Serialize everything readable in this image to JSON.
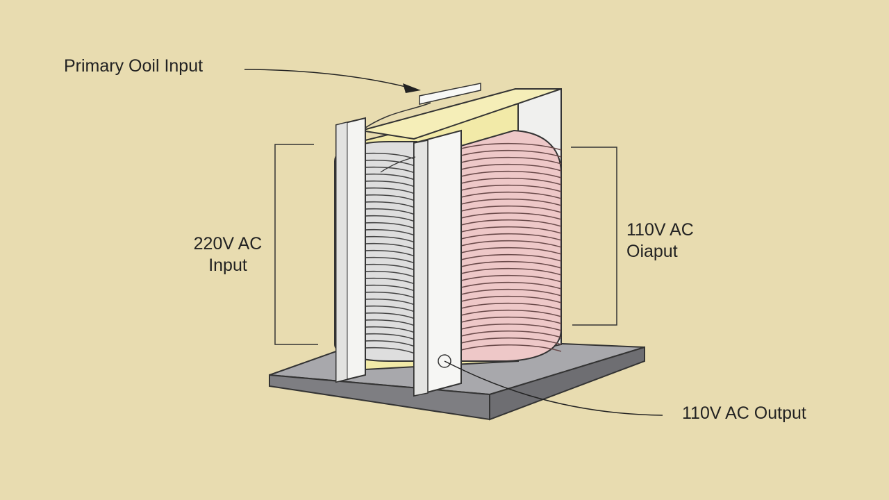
{
  "labels": {
    "primary_coil": "Primary Ooil Input",
    "input_line1": "220V AC",
    "input_line2": "Input",
    "output_line1": "110V AC",
    "output_line2": "Oiaput",
    "bottom_output": "110V AC Output"
  },
  "colors": {
    "background": "#e8dcb0",
    "base_plate": "#8e8e92",
    "frame": "#f4f4f2",
    "core": "#f2eaa8",
    "primary_winding": "#e6e6e6",
    "secondary_winding": "#ecc8c8"
  }
}
